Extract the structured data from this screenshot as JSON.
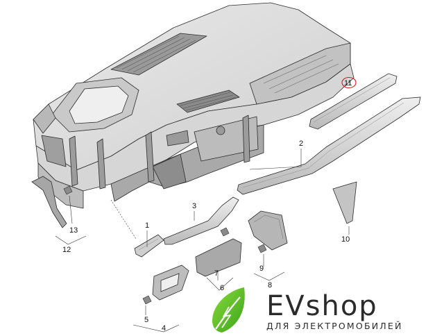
{
  "callouts": {
    "c1": "1",
    "c2": "2",
    "c3": "3",
    "c4": "4",
    "c5": "5",
    "c6": "6",
    "c7": "7",
    "c8": "8",
    "c9": "9",
    "c10": "10",
    "c11": "11",
    "c12": "12",
    "c13": "13"
  },
  "brand": {
    "name": "EVshop",
    "tagline": "ДЛЯ ЭЛЕКТРОМОБИЛЕЙ",
    "leaf_color": "#5cc026",
    "text_color": "#2b2b2b"
  },
  "highlight_color": "#d8141c"
}
